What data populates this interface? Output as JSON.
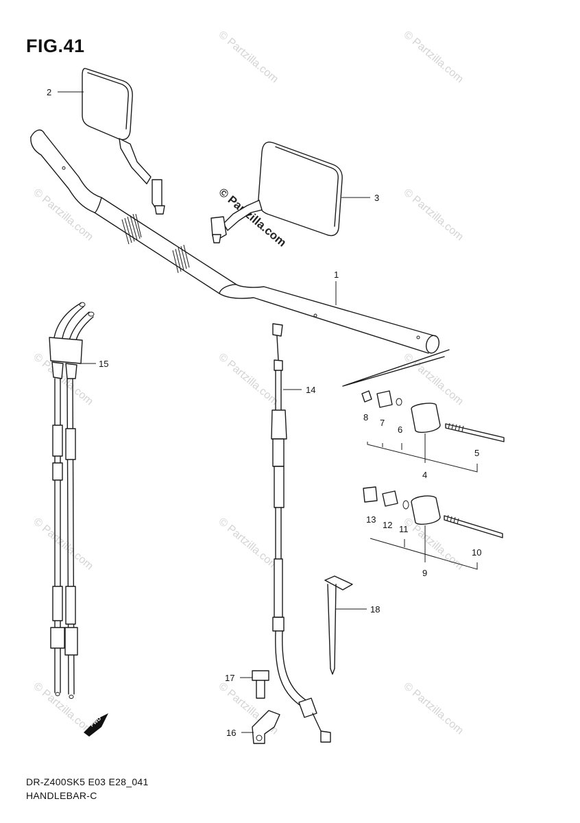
{
  "figure": {
    "title": "FIG.41",
    "model_code": "DR-Z400SK5 E03 E28_041",
    "section_name": "HANDLEBAR-C"
  },
  "watermark": {
    "text": "© Partzilla.com"
  },
  "direction_label": "FWD",
  "callouts": {
    "c1": "1",
    "c2": "2",
    "c3": "3",
    "c4": "4",
    "c5": "5",
    "c6": "6",
    "c7": "7",
    "c8": "8",
    "c9": "9",
    "c10": "10",
    "c11": "11",
    "c12": "12",
    "c13": "13",
    "c14": "14",
    "c15": "15",
    "c16": "16",
    "c17": "17",
    "c18": "18"
  }
}
